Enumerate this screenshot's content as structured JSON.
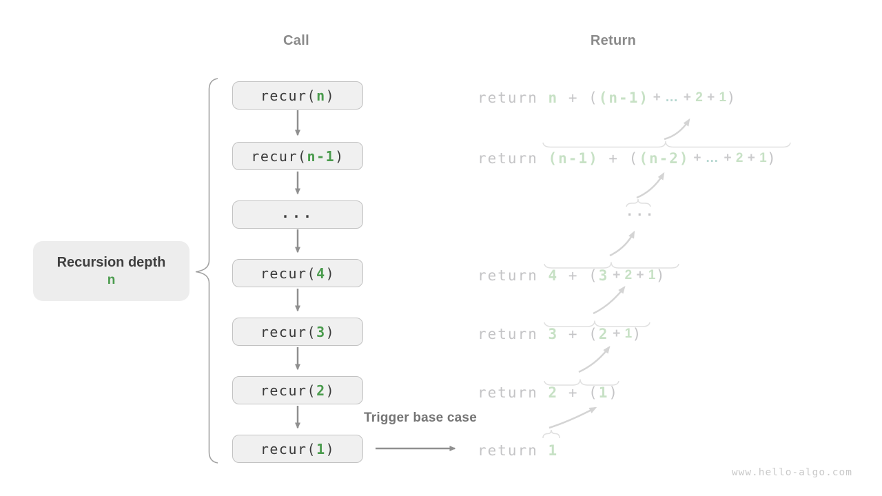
{
  "header": {
    "call": "Call",
    "return": "Return"
  },
  "depth_label": {
    "title": "Recursion depth",
    "value": "n"
  },
  "trigger_label": "Trigger base case",
  "watermark": "www.hello-algo.com",
  "colors": {
    "accent_green": "#4a9b4d",
    "pale_green": "#c7e1c5",
    "ellipsis_teal": "#b4d6cf",
    "return_gray": "#c4c4c6",
    "code_dark": "#3b3b3b",
    "box_fill": "#f0f0f0",
    "box_border": "#c2c2c2"
  },
  "call_boxes": [
    {
      "segments": [
        {
          "t": "recur(",
          "s": "code"
        },
        {
          "t": "n",
          "s": "param"
        },
        {
          "t": ")",
          "s": "code"
        }
      ]
    },
    {
      "segments": [
        {
          "t": "recur(",
          "s": "code"
        },
        {
          "t": "n-1",
          "s": "param"
        },
        {
          "t": ")",
          "s": "code"
        }
      ]
    },
    {
      "segments": [
        {
          "t": "...",
          "s": "code"
        }
      ]
    },
    {
      "segments": [
        {
          "t": "recur(",
          "s": "code"
        },
        {
          "t": "4",
          "s": "param"
        },
        {
          "t": ")",
          "s": "code"
        }
      ]
    },
    {
      "segments": [
        {
          "t": "recur(",
          "s": "code"
        },
        {
          "t": "3",
          "s": "param"
        },
        {
          "t": ")",
          "s": "code"
        }
      ]
    },
    {
      "segments": [
        {
          "t": "recur(",
          "s": "code"
        },
        {
          "t": "2",
          "s": "param"
        },
        {
          "t": ")",
          "s": "code"
        }
      ]
    },
    {
      "segments": [
        {
          "t": "recur(",
          "s": "code"
        },
        {
          "t": "1",
          "s": "param"
        },
        {
          "t": ")",
          "s": "code"
        }
      ]
    }
  ],
  "return_lines": [
    {
      "segments": [
        {
          "t": "return ",
          "s": "kw"
        },
        {
          "t": "n",
          "s": "val"
        },
        {
          "t": " + ",
          "s": "kw"
        },
        {
          "t": "(",
          "s": "kw"
        },
        {
          "t": "(n-1)",
          "s": "val"
        },
        {
          "t": " + ",
          "s": "op"
        },
        {
          "t": "…",
          "s": "ellipsis"
        },
        {
          "t": " + ",
          "s": "op"
        },
        {
          "t": "2",
          "s": "val2"
        },
        {
          "t": " + ",
          "s": "op"
        },
        {
          "t": "1",
          "s": "val2"
        },
        {
          "t": ")",
          "s": "kw"
        }
      ]
    },
    {
      "segments": [
        {
          "t": "return ",
          "s": "kw"
        },
        {
          "t": "(n-1)",
          "s": "val"
        },
        {
          "t": " + ",
          "s": "kw"
        },
        {
          "t": "(",
          "s": "kw"
        },
        {
          "t": "(n-2)",
          "s": "val"
        },
        {
          "t": " + ",
          "s": "op"
        },
        {
          "t": "…",
          "s": "ellipsis"
        },
        {
          "t": " + ",
          "s": "op"
        },
        {
          "t": "2",
          "s": "val2"
        },
        {
          "t": " + ",
          "s": "op"
        },
        {
          "t": "1",
          "s": "val2"
        },
        {
          "t": ")",
          "s": "kw"
        }
      ]
    },
    {
      "segments": [
        {
          "t": "...",
          "s": "kw"
        }
      ]
    },
    {
      "segments": [
        {
          "t": "return ",
          "s": "kw"
        },
        {
          "t": "4",
          "s": "val"
        },
        {
          "t": " + ",
          "s": "kw"
        },
        {
          "t": "(",
          "s": "kw"
        },
        {
          "t": "3",
          "s": "val"
        },
        {
          "t": " + ",
          "s": "op"
        },
        {
          "t": "2",
          "s": "val2"
        },
        {
          "t": " + ",
          "s": "op"
        },
        {
          "t": "1",
          "s": "val2"
        },
        {
          "t": ")",
          "s": "kw"
        }
      ]
    },
    {
      "segments": [
        {
          "t": "return ",
          "s": "kw"
        },
        {
          "t": "3",
          "s": "val"
        },
        {
          "t": " + ",
          "s": "kw"
        },
        {
          "t": "(",
          "s": "kw"
        },
        {
          "t": "2",
          "s": "val"
        },
        {
          "t": " + ",
          "s": "op"
        },
        {
          "t": "1",
          "s": "val2"
        },
        {
          "t": ")",
          "s": "kw"
        }
      ]
    },
    {
      "segments": [
        {
          "t": "return ",
          "s": "kw"
        },
        {
          "t": "2",
          "s": "val"
        },
        {
          "t": " + ",
          "s": "kw"
        },
        {
          "t": "(",
          "s": "kw"
        },
        {
          "t": "1",
          "s": "val"
        },
        {
          "t": ")",
          "s": "kw"
        }
      ]
    },
    {
      "segments": [
        {
          "t": "return ",
          "s": "kw"
        },
        {
          "t": "1",
          "s": "val"
        }
      ]
    }
  ]
}
